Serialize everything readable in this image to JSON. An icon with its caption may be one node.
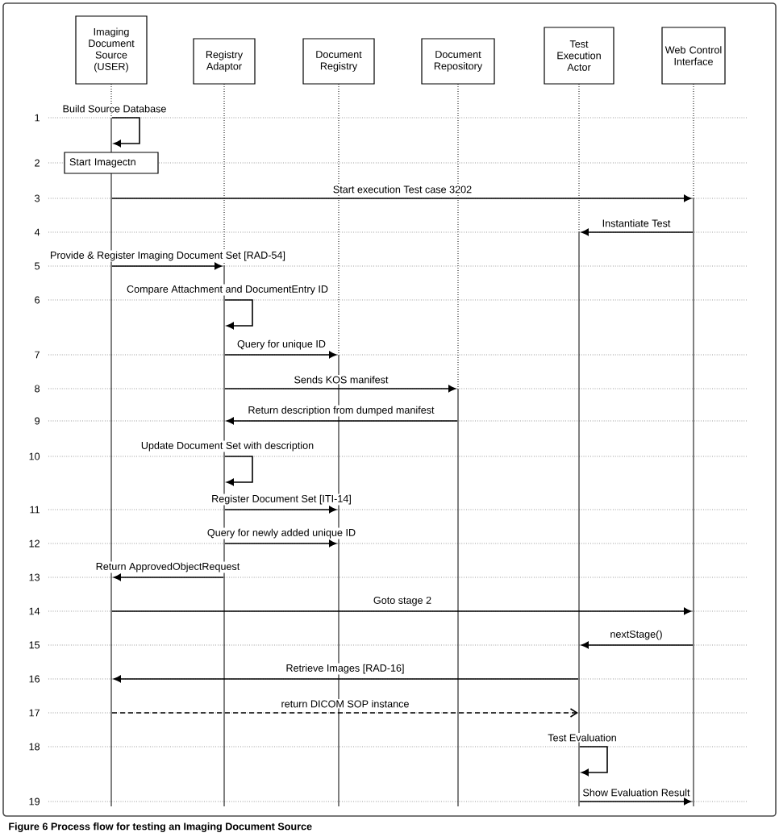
{
  "diagram": {
    "caption": "Figure 6 Process flow for testing an Imaging Document Source",
    "nodes": [
      {
        "text": [
          "Imaging Document Source (USER)"
        ]
      },
      {
        "text": [
          "Registry Adaptor"
        ]
      },
      {
        "text": [
          "Document Registry"
        ]
      },
      {
        "text": [
          "Document Repository"
        ]
      },
      {
        "text": [
          "Test Execution Actor"
        ]
      },
      {
        "text": [
          "Web Control Interface"
        ]
      },
      {
        "text": [],
        "shape": "line"
      },
      {
        "text": [],
        "shape": "line"
      },
      {
        "text": [],
        "shape": "line"
      },
      {
        "text": [],
        "shape": "line"
      },
      {
        "text": [],
        "shape": "line"
      },
      {
        "text": [],
        "shape": "line"
      },
      {
        "text": [
          "Start Imagectn"
        ]
      }
    ],
    "edges": [
      {
        "from": 6,
        "to": 6,
        "arrow": "to",
        "label": "Build Source Database"
      },
      {
        "from": 6,
        "to": 11,
        "arrow": "to",
        "label": "Start execution Test case 3202"
      },
      {
        "from": 11,
        "to": 10,
        "arrow": "to",
        "label": "Instantiate Test"
      },
      {
        "from": 6,
        "to": 7,
        "arrow": "to",
        "label": "Provide & Register Imaging Document Set [RAD-54]"
      },
      {
        "from": 7,
        "to": 7,
        "arrow": "to",
        "label": "Compare Attachment and DocumentEntry ID"
      },
      {
        "from": 7,
        "to": 8,
        "arrow": "to",
        "label": "Query for unique ID"
      },
      {
        "from": 7,
        "to": 9,
        "arrow": "to",
        "label": "Sends KOS manifest"
      },
      {
        "from": 9,
        "to": 7,
        "arrow": "to",
        "label": "Return description from dumped manifest"
      },
      {
        "from": 7,
        "to": 7,
        "arrow": "to",
        "label": "Update Document Set with description"
      },
      {
        "from": 7,
        "to": 8,
        "arrow": "to",
        "label": "Register Document Set [ITI-14]"
      },
      {
        "from": 7,
        "to": 8,
        "arrow": "to",
        "label": "Query for newly added unique ID"
      },
      {
        "from": 7,
        "to": 6,
        "arrow": "to",
        "label": "Return ApprovedObjectRequest"
      },
      {
        "from": 6,
        "to": 11,
        "arrow": "to",
        "label": "Goto stage 2"
      },
      {
        "from": 11,
        "to": 10,
        "arrow": "to",
        "label": "nextStage()"
      },
      {
        "from": 10,
        "to": 6,
        "arrow": "to",
        "label": "Retrieve Images [RAD-16]"
      },
      {
        "from": 6,
        "to": 10,
        "arrow": "to",
        "label": "return DICOM SOP instance",
        "style": "dashed"
      },
      {
        "from": 10,
        "to": 10,
        "arrow": "to",
        "label": "Test Evaluation"
      },
      {
        "from": 10,
        "to": 11,
        "arrow": "to",
        "label": "Show Evaluation Result"
      }
    ],
    "labels": [
      "1",
      "2",
      "3",
      "4",
      "5",
      "6",
      "7",
      "8",
      "9",
      "10",
      "11",
      "12",
      "13",
      "14",
      "15",
      "16",
      "17",
      "18",
      "19"
    ]
  }
}
